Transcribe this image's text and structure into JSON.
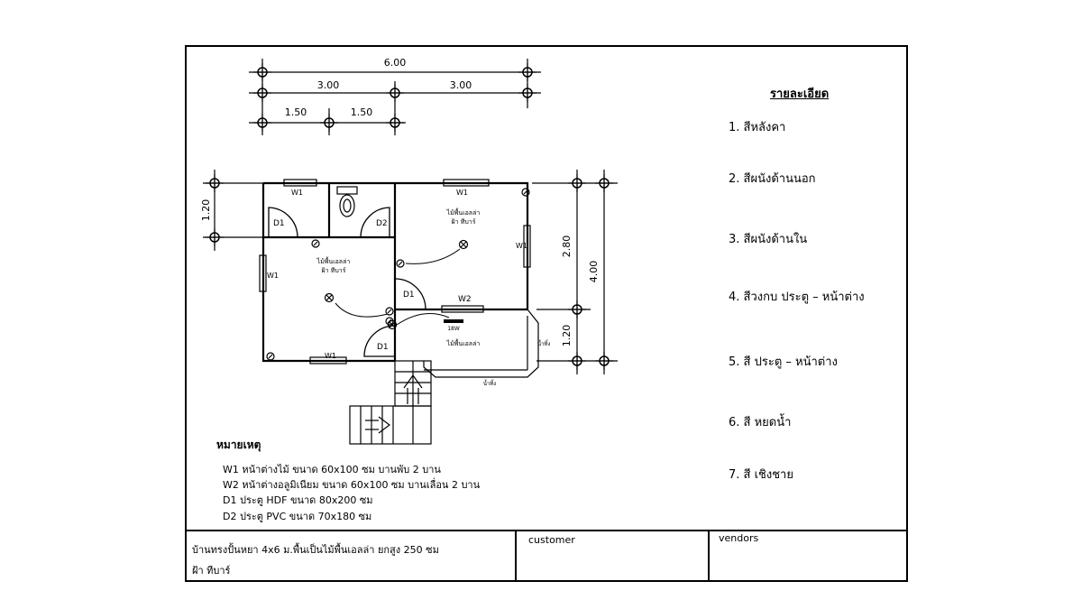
{
  "details": {
    "title": "รายละเอียด",
    "items": [
      "1.  สีหลังคา",
      "2.  สีผนังด้านนอก",
      "3.  สีผนังด้านใน",
      "4.  สีวงกบ ประตู  –  หน้าต่าง",
      "5.  สี ประตู  –  หน้าต่าง",
      "6.  สี หยดน้ำ",
      "7.  สี เชิงชาย"
    ]
  },
  "notes": {
    "title": "หมายเหตุ",
    "items": [
      "W1   หน้าต่างไม้ ขนาด 60x100 ซม  บานพับ 2 บาน",
      "W2   หน้าต่างอลูมิเนียม ขนาด 60x100 ซม  บานเลื่อน 2 บาน",
      "D1   ประตู HDF ขนาด 80x200 ซม",
      "D2   ประตู PVC ขนาด 70x180 ซม"
    ]
  },
  "title_block": {
    "project_line1": "บ้านทรงปั้นหยา 4x6  ม.พื้นเป็นไม้พื้นเอลล่า ยกสูง 250 ซม",
    "project_line2": "ฝ้า ทีบาร์",
    "customer": "customer",
    "vendors": "vendors"
  },
  "dimensions": {
    "top_total": "6.00",
    "top_half_left": "3.00",
    "top_half_right": "3.00",
    "top_quarter_1": "1.50",
    "top_quarter_2": "1.50",
    "left": "1.20",
    "right_upper": "2.80",
    "right_lower": "1.20",
    "right_total": "4.00"
  },
  "plan_labels": {
    "w1": "W1",
    "w2": "W2",
    "d1": "D1",
    "d2": "D2",
    "floor_a": "ไม้พื้นเอลล่า",
    "ceiling_a": "ฝ้า ทีบาร์",
    "floor_b": "ไม้พื้นเอลล่า",
    "ceiling_b": "ฝ้า ทีบาร์",
    "floor_c": "ไม้พื้นเอลล่า",
    "lamp": "18W",
    "eave_side": "น้ำทิ้ง",
    "eave_bottom": "น้ำทิ้ง"
  }
}
